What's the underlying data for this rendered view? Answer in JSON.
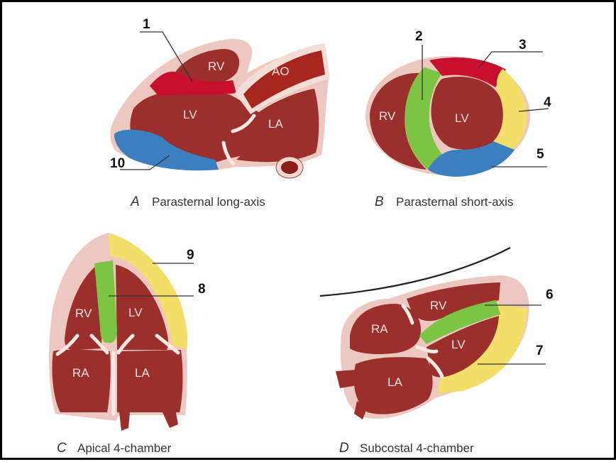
{
  "colors": {
    "wall": "#ecc8c0",
    "cavity": "#9b2f2b",
    "red_segment": "#c8102e",
    "green_segment": "#7cc443",
    "yellow_segment": "#f3de6a",
    "blue_segment": "#3b7fbf"
  },
  "panels": {
    "A": {
      "letter": "A",
      "caption": "Parasternal long-axis",
      "chambers": {
        "rv": "RV",
        "lv": "LV",
        "la": "LA",
        "ao": "AO"
      },
      "segments": {
        "s1": "1",
        "s10": "10"
      }
    },
    "B": {
      "letter": "B",
      "caption": "Parasternal short-axis",
      "chambers": {
        "rv": "RV",
        "lv": "LV"
      },
      "segments": {
        "s2": "2",
        "s3": "3",
        "s4": "4",
        "s5": "5"
      }
    },
    "C": {
      "letter": "C",
      "caption": "Apical 4-chamber",
      "chambers": {
        "rv": "RV",
        "lv": "LV",
        "ra": "RA",
        "la": "LA"
      },
      "segments": {
        "s8": "8",
        "s9": "9"
      }
    },
    "D": {
      "letter": "D",
      "caption": "Subcostal 4-chamber",
      "chambers": {
        "rv": "RV",
        "lv": "LV",
        "ra": "RA",
        "la": "LA"
      },
      "segments": {
        "s6": "6",
        "s7": "7"
      }
    }
  }
}
